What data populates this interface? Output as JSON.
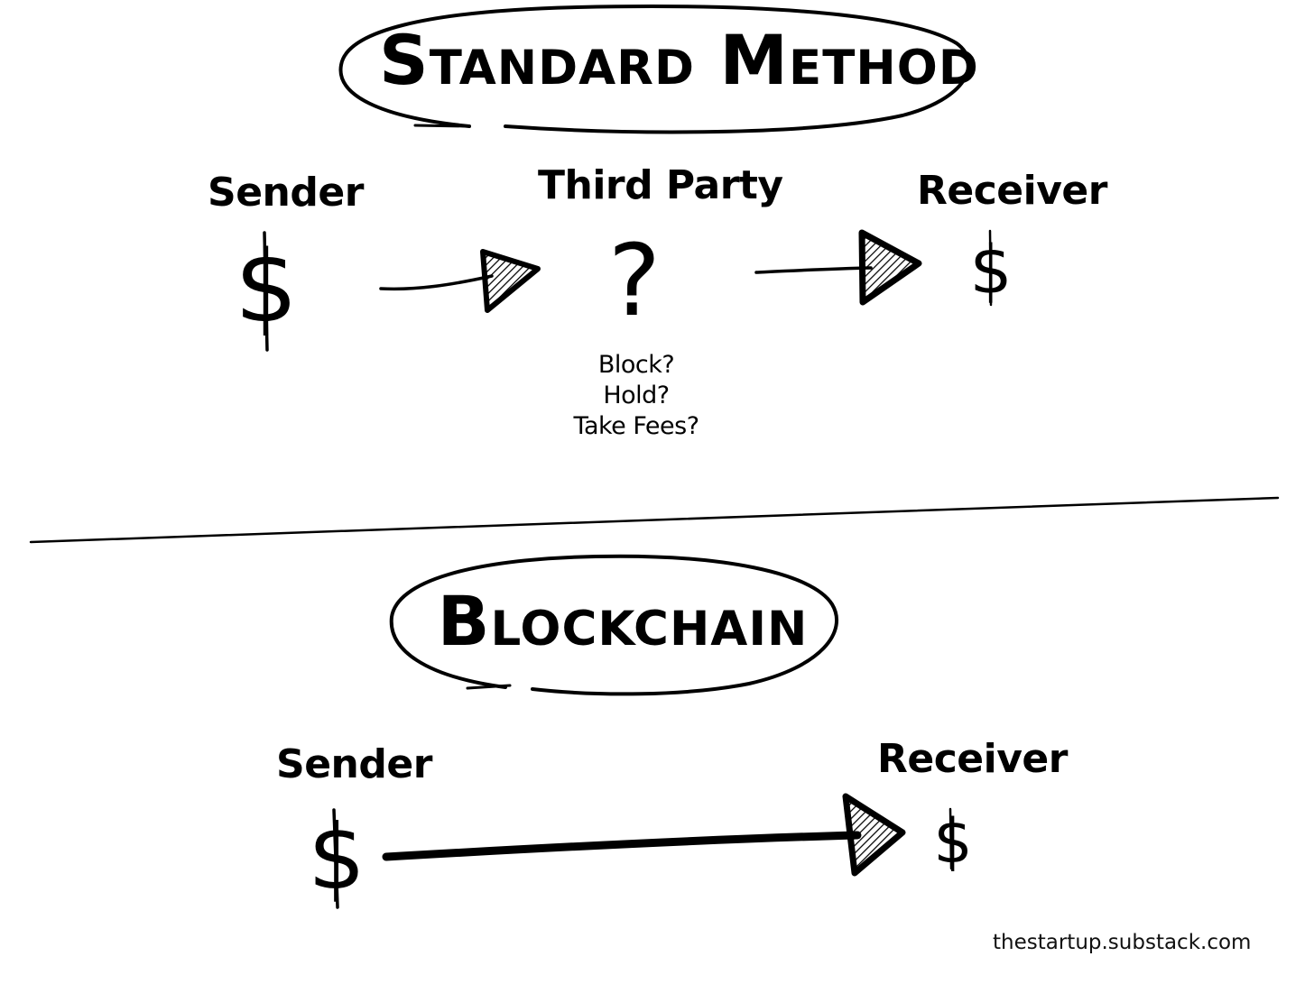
{
  "standard_method": {
    "title": "Standard Method",
    "sender_label": "Sender",
    "sender_symbol": "$",
    "third_party_label": "Third Party",
    "third_party_symbol": "?",
    "third_party_notes": [
      "Block?",
      "Hold?",
      "Take Fees?"
    ],
    "receiver_label": "Receiver",
    "receiver_symbol": "$"
  },
  "blockchain": {
    "title": "Blockchain",
    "sender_label": "Sender",
    "sender_symbol": "$",
    "receiver_label": "Receiver",
    "receiver_symbol": "$"
  },
  "footer": {
    "credit": "thestartup.substack.com"
  },
  "colors": {
    "ink": "#000000",
    "background": "#ffffff"
  }
}
